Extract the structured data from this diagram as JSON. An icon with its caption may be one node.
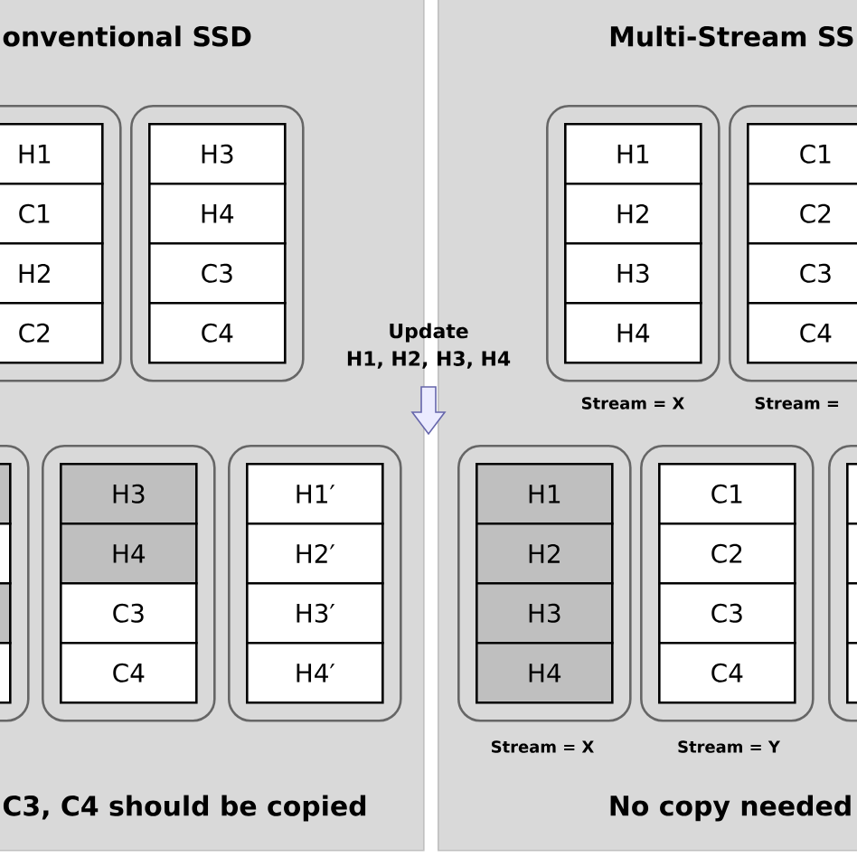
{
  "diagram": {
    "nodes": [
      {
        "text": [
          "onventional SSD",
          "C3, C4 should be copied"
        ]
      },
      {
        "text": [],
        "shape": "box",
        "in": 0
      },
      {
        "text": [
          "H1"
        ],
        "in": 1
      },
      {
        "text": [
          "C1"
        ],
        "in": 1
      },
      {
        "text": [
          "H2"
        ],
        "in": 1
      },
      {
        "text": [
          "C2"
        ],
        "in": 1
      },
      {
        "text": [],
        "shape": "box",
        "in": 0
      },
      {
        "text": [
          "H3"
        ],
        "in": 6
      },
      {
        "text": [
          "H4"
        ],
        "in": 6
      },
      {
        "text": [
          "C3"
        ],
        "in": 6
      },
      {
        "text": [
          "C4"
        ],
        "in": 6
      },
      {
        "text": [],
        "shape": "box",
        "in": 0
      },
      {
        "text": [],
        "shape": "box",
        "in": 11
      },
      {
        "text": [],
        "shape": "box",
        "in": 11
      },
      {
        "text": [],
        "shape": "box",
        "in": 11
      },
      {
        "text": [],
        "shape": "box",
        "in": 11
      },
      {
        "text": [],
        "shape": "box",
        "in": 0
      },
      {
        "text": [
          "H3"
        ],
        "in": 16
      },
      {
        "text": [
          "H4"
        ],
        "in": 16
      },
      {
        "text": [
          "C3"
        ],
        "in": 16
      },
      {
        "text": [
          "C4"
        ],
        "in": 16
      },
      {
        "text": [],
        "shape": "box",
        "in": 0
      },
      {
        "text": [
          "H1′"
        ],
        "in": 21
      },
      {
        "text": [
          "H2′"
        ],
        "in": 21
      },
      {
        "text": [
          "H3′"
        ],
        "in": 21
      },
      {
        "text": [
          "H4′"
        ],
        "in": 21
      },
      {
        "text": [
          "Multi-Stream SS",
          "No copy needed"
        ]
      },
      {
        "text": [],
        "shape": "box",
        "in": 26,
        "beside": [
          "Stream = X"
        ]
      },
      {
        "text": [
          "H1"
        ],
        "in": 27
      },
      {
        "text": [
          "H2"
        ],
        "in": 27
      },
      {
        "text": [
          "H3"
        ],
        "in": 27
      },
      {
        "text": [
          "H4"
        ],
        "in": 27
      },
      {
        "text": [],
        "shape": "box",
        "in": 26,
        "beside": [
          "Stream ="
        ]
      },
      {
        "text": [
          "C1"
        ],
        "in": 32
      },
      {
        "text": [
          "C2"
        ],
        "in": 32
      },
      {
        "text": [
          "C3"
        ],
        "in": 32
      },
      {
        "text": [
          "C4"
        ],
        "in": 32
      },
      {
        "text": [],
        "shape": "box",
        "in": 26,
        "beside": [
          "Stream = X"
        ]
      },
      {
        "text": [
          "H1"
        ],
        "in": 37
      },
      {
        "text": [
          "H2"
        ],
        "in": 37
      },
      {
        "text": [
          "H3"
        ],
        "in": 37
      },
      {
        "text": [
          "H4"
        ],
        "in": 37
      },
      {
        "text": [],
        "shape": "box",
        "in": 26,
        "beside": [
          "Stream = Y"
        ]
      },
      {
        "text": [
          "C1"
        ],
        "in": 42
      },
      {
        "text": [
          "C2"
        ],
        "in": 42
      },
      {
        "text": [
          "C3"
        ],
        "in": 42
      },
      {
        "text": [
          "C4"
        ],
        "in": 42
      },
      {
        "text": [],
        "shape": "box",
        "in": 26
      },
      {
        "text": [],
        "shape": "box",
        "in": 47
      },
      {
        "text": [],
        "shape": "box",
        "in": 47
      },
      {
        "text": [],
        "shape": "box",
        "in": 47
      },
      {
        "text": [],
        "shape": "box",
        "in": 47
      }
    ],
    "labels": [
      "Update",
      "H1, H2, H3, H4"
    ]
  }
}
